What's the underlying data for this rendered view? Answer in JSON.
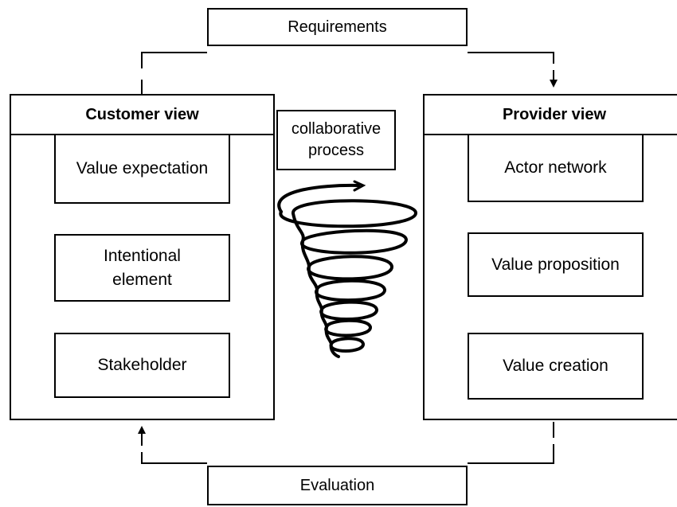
{
  "top": {
    "label": "Requirements"
  },
  "bottom": {
    "label": "Evaluation"
  },
  "customer": {
    "title": "Customer view",
    "items": [
      "Value expectation",
      "Intentional element",
      "Stakeholder"
    ]
  },
  "provider": {
    "title": "Provider view",
    "items": [
      "Actor network",
      "Value proposition",
      "Value creation"
    ]
  },
  "center": {
    "label": "collaborative process",
    "icon": "spiral-icon"
  }
}
